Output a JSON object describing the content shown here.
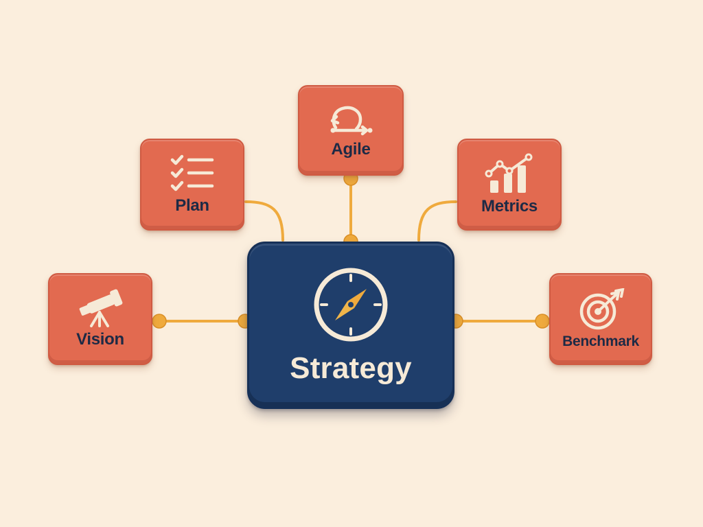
{
  "diagram": {
    "center": {
      "label": "Strategy",
      "icon": "compass-icon"
    },
    "nodes": [
      {
        "id": "agile",
        "label": "Agile",
        "icon": "cycle-arrows-icon"
      },
      {
        "id": "plan",
        "label": "Plan",
        "icon": "checklist-icon"
      },
      {
        "id": "metrics",
        "label": "Metrics",
        "icon": "bar-chart-trend-icon"
      },
      {
        "id": "vision",
        "label": "Vision",
        "icon": "telescope-icon"
      },
      {
        "id": "benchmark",
        "label": "Benchmark",
        "icon": "target-arrow-icon"
      }
    ]
  },
  "colors": {
    "background": "#fbeedd",
    "node_fill": "#e26a50",
    "center_fill": "#1f3e6b",
    "connector": "#efaa3d",
    "node_text": "#1d2a45",
    "center_text": "#f6ead7",
    "icon_light": "#f6ead7",
    "icon_accent": "#efaa3d"
  }
}
